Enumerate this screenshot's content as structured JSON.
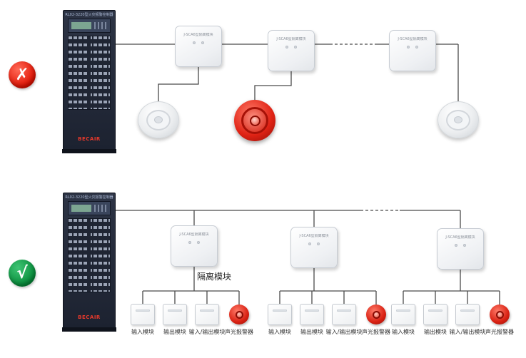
{
  "marks": {
    "wrong": "✗",
    "right": "√"
  },
  "panel": {
    "model_text": "RL02-3220型火灾报警控制器",
    "brand": "BECAIR"
  },
  "isolation_module": {
    "label": "J-SCA6型隔离模块"
  },
  "top_row": {
    "devices": [
      "smoke-detector",
      "sound-light-alarm",
      "smoke-detector"
    ]
  },
  "bottom_row": {
    "isolator_caption": "隔离模块",
    "device_labels": [
      "输入模块",
      "输出模块",
      "输入/输出模块",
      "声光报警器"
    ]
  },
  "colors": {
    "error_red": "#e01000",
    "ok_green": "#048a38",
    "alarm_red": "#d21f10",
    "panel_navy": "#1f2533",
    "wire": "#4a4a4a"
  }
}
